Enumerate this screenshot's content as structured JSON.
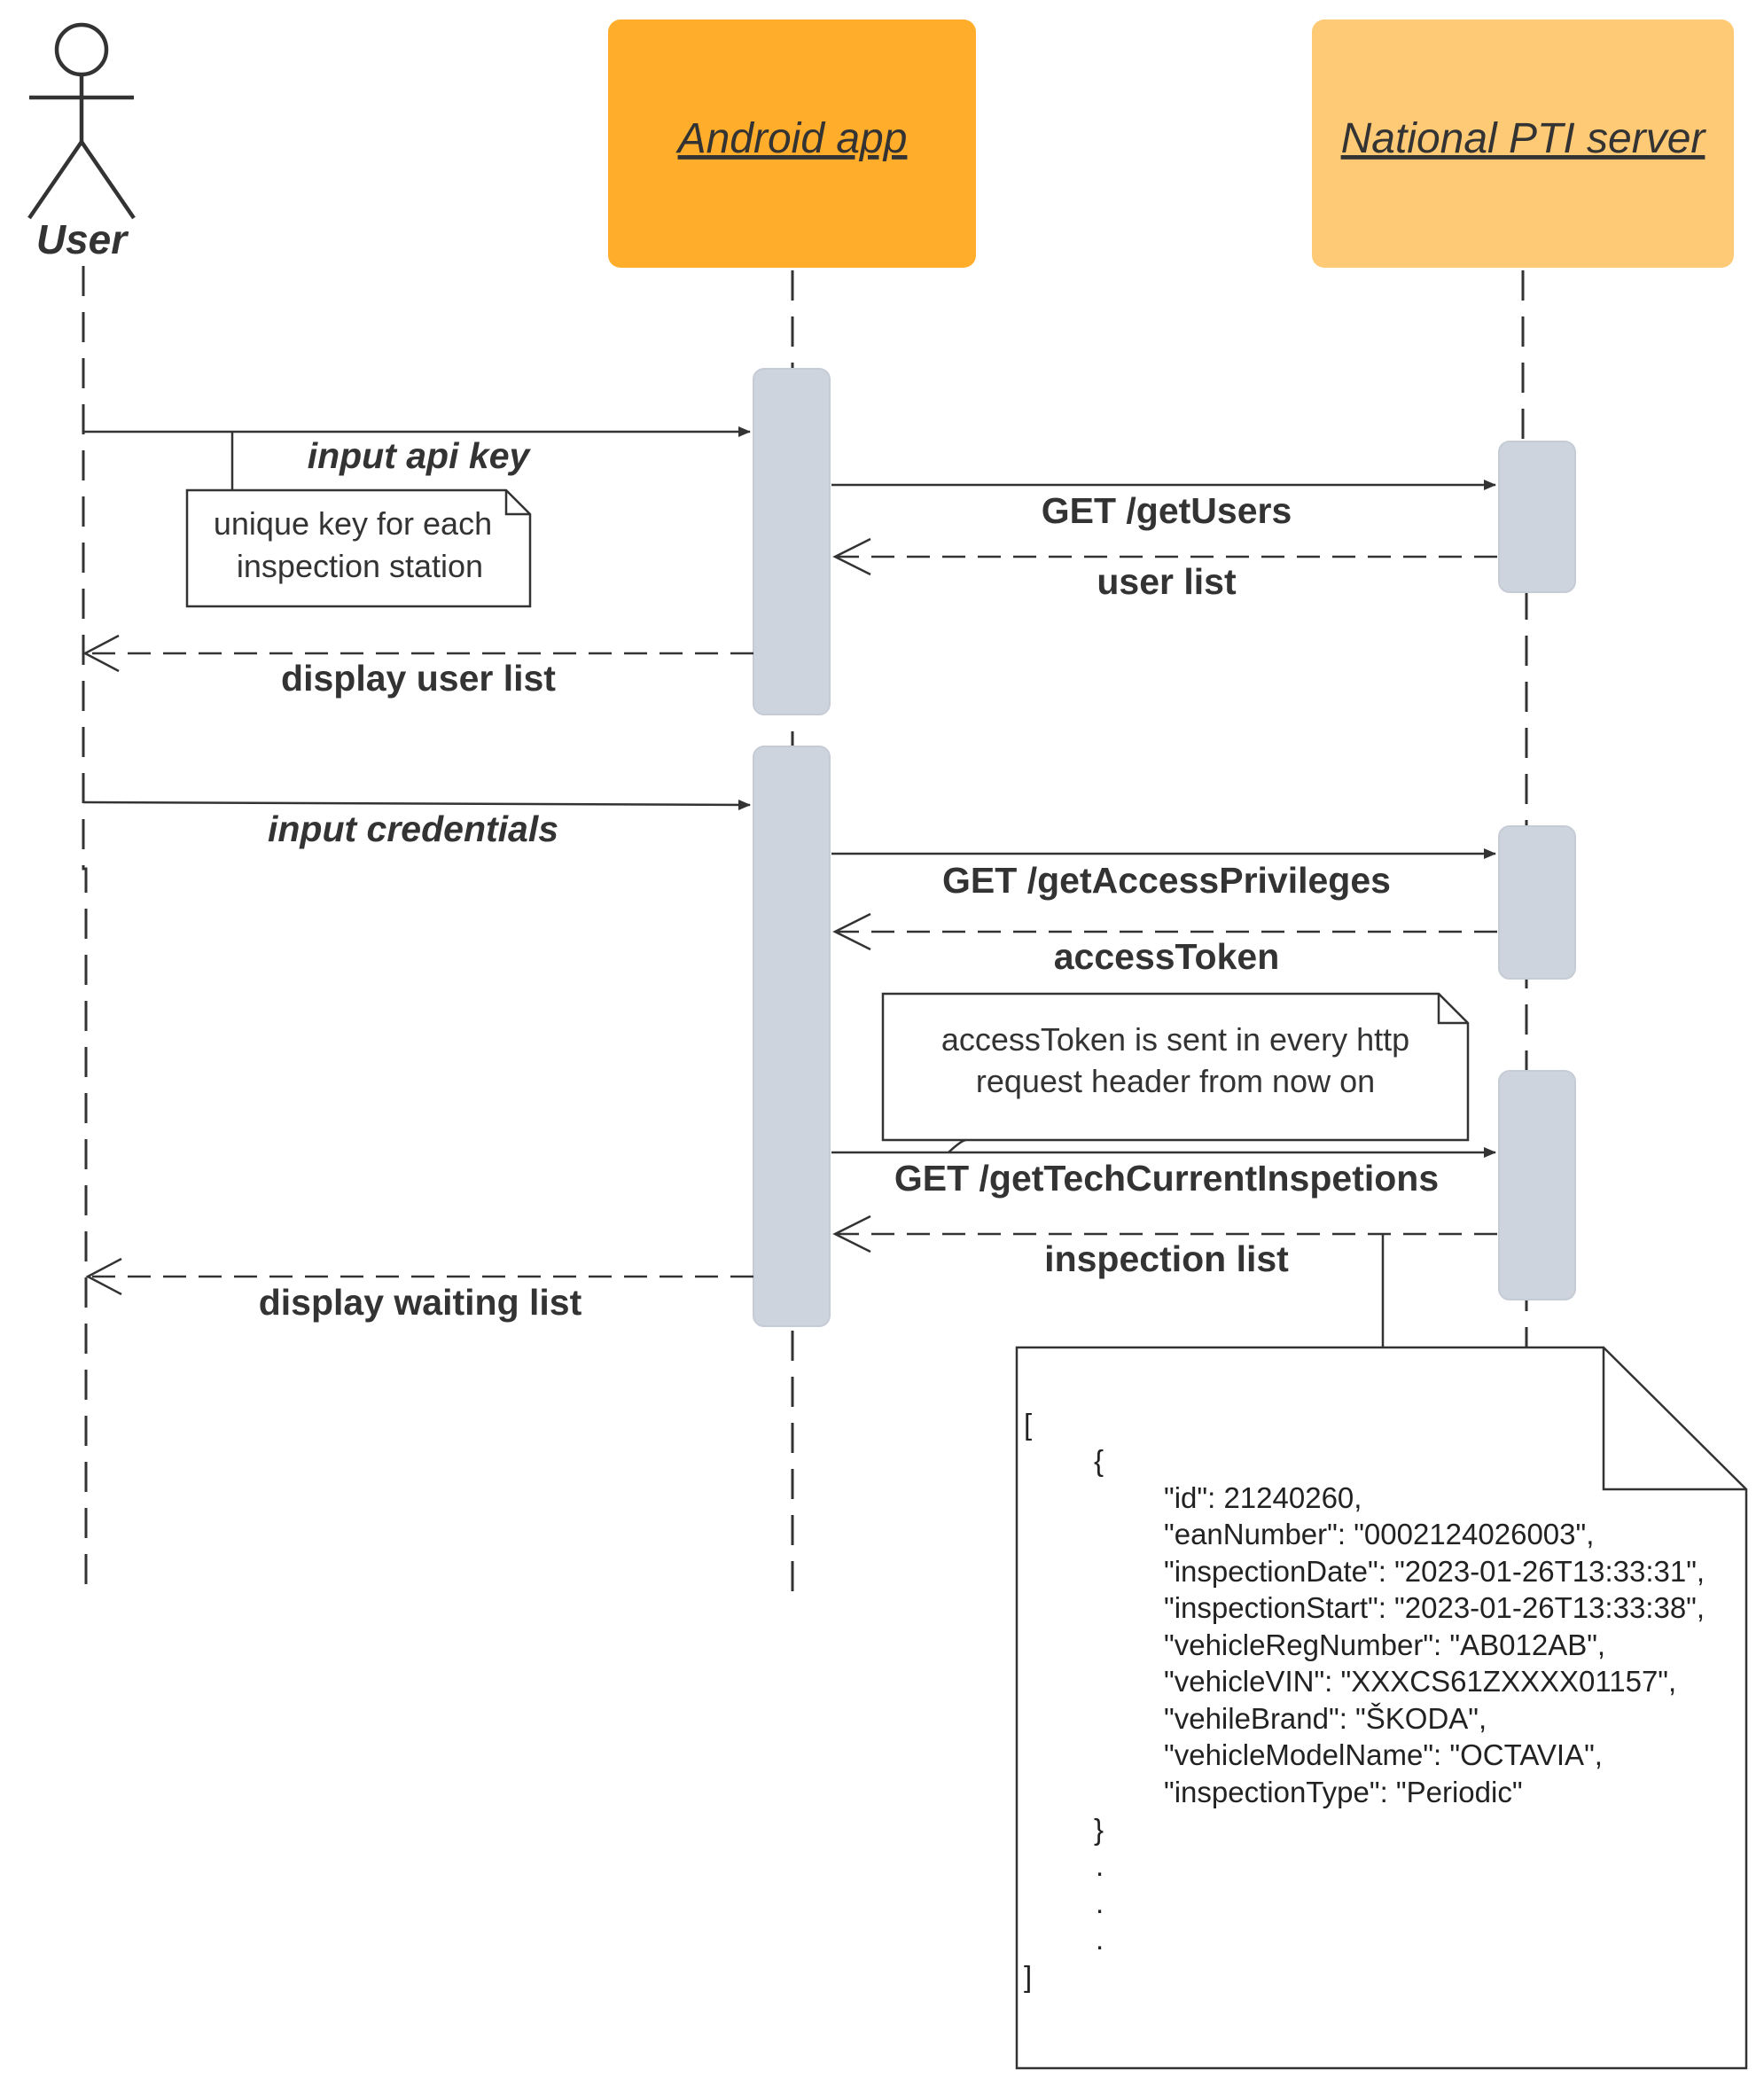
{
  "participants": {
    "user": {
      "label": "User"
    },
    "android": {
      "label": "Android app",
      "color": "#ffad2b"
    },
    "server": {
      "label": "National PTI server",
      "color": "#ffca75"
    }
  },
  "messages": {
    "input_api_key": "input api key",
    "get_users": "GET /getUsers",
    "user_list": "user list",
    "display_user_list": "display user list",
    "input_credentials": "input credentials",
    "get_access_privileges": "GET /getAccessPrivileges",
    "access_token": "accessToken",
    "get_tech_current_inspections": "GET /getTechCurrentInspetions",
    "inspection_list": "inspection list",
    "display_waiting_list": "display waiting list"
  },
  "notes": {
    "api_key_note": [
      "unique key for each",
      "inspection station"
    ],
    "token_note": [
      "accessToken is sent in every http",
      "request header from now on"
    ]
  },
  "json_note": {
    "open_bracket": "[",
    "open_brace": "{",
    "fields": [
      "\"id\": 21240260,",
      "\"eanNumber\": \"0002124026003\",",
      "\"inspectionDate\": \"2023-01-26T13:33:31\",",
      "\"inspectionStart\": \"2023-01-26T13:33:38\",",
      "\"vehicleRegNumber\": \"AB012AB\",",
      "\"vehicleVIN\": \"XXXCS61ZXXXX01157\",",
      "\"vehileBrand\": \"ŠKODA\",",
      "\"vehicleModelName\": \"OCTAVIA\",",
      "\"inspectionType\": \"Periodic\""
    ],
    "close_brace": "}",
    "dots": [
      ".",
      ".",
      "."
    ],
    "close_bracket": "]"
  },
  "colors": {
    "activation": "#ced4dd",
    "line": "#333333"
  }
}
